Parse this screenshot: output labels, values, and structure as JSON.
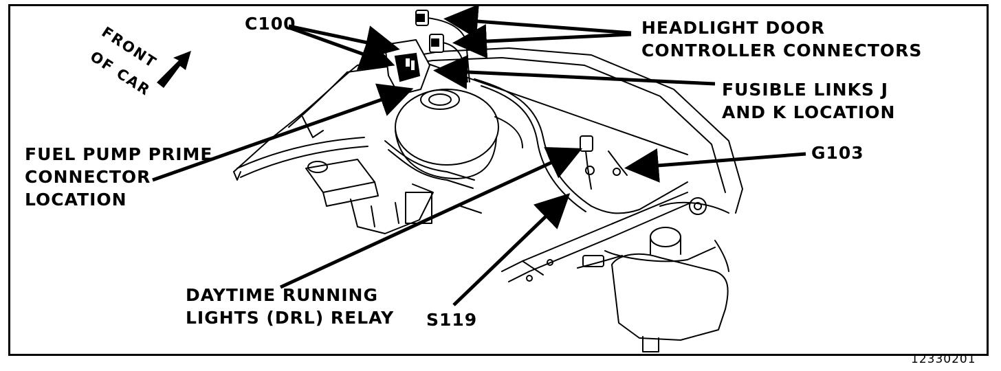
{
  "front_of_car": [
    "FRONT",
    "OF CAR"
  ],
  "labels": {
    "c100": "C100",
    "headlight": [
      "HEADLIGHT DOOR",
      "CONTROLLER CONNECTORS"
    ],
    "fusible": [
      "FUSIBLE LINKS J",
      "AND K LOCATION"
    ],
    "g103": "G103",
    "fuel_pump": [
      "FUEL PUMP PRIME",
      "CONNECTOR",
      "LOCATION"
    ],
    "drl": [
      "DAYTIME RUNNING",
      "LIGHTS (DRL) RELAY"
    ],
    "s119": "S119"
  },
  "figure_number": "12330201"
}
